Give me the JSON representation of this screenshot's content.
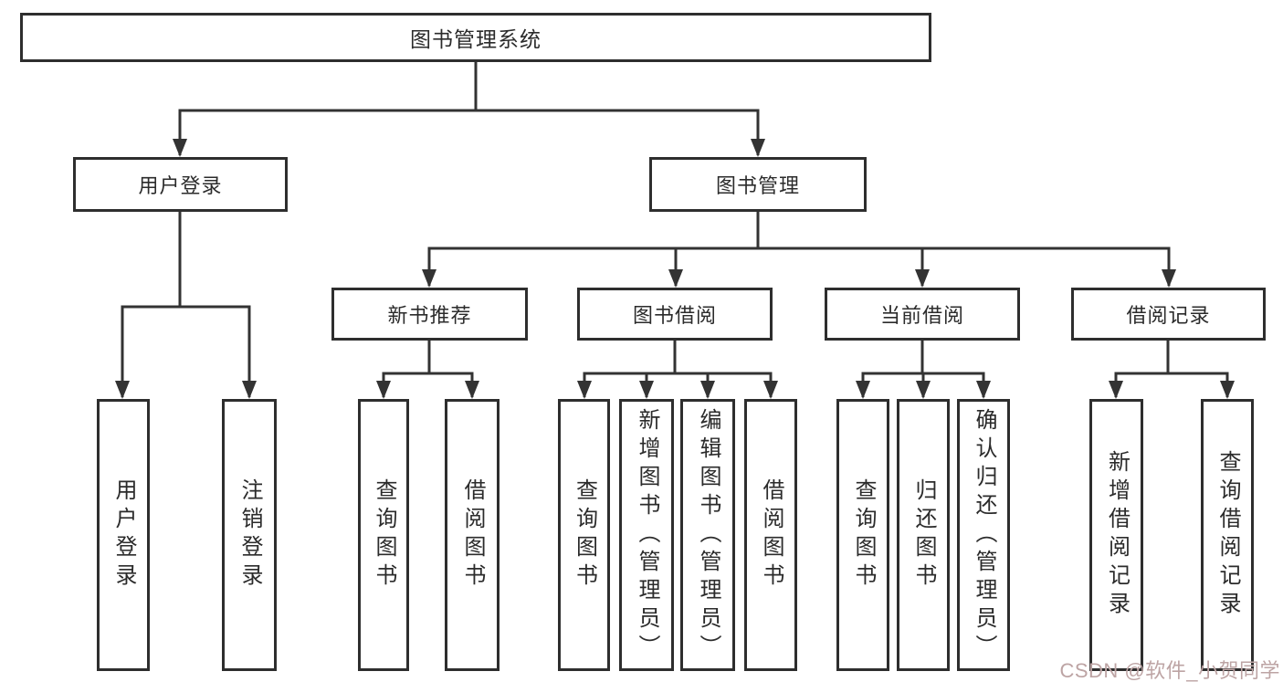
{
  "diagram": {
    "root": {
      "label": "图书管理系统"
    },
    "level2": [
      {
        "label": "用户登录"
      },
      {
        "label": "图书管理"
      }
    ],
    "level3": [
      {
        "label": "新书推荐"
      },
      {
        "label": "图书借阅"
      },
      {
        "label": "当前借阅"
      },
      {
        "label": "借阅记录"
      }
    ],
    "leaves": {
      "user_login": [
        "用户登录",
        "注销登录"
      ],
      "new_book_rec": [
        "查询图书",
        "借阅图书"
      ],
      "book_borrow": [
        "查询图书",
        "新增图书（管理员）",
        "编辑图书（管理员）",
        "借阅图书"
      ],
      "current_borrow": [
        "查询图书",
        "归还图书",
        "确认归还（管理员）"
      ],
      "borrow_records": [
        "新增借阅记录",
        "查询借阅记录"
      ]
    }
  },
  "watermark": {
    "text": "CSDN @软件_小贺同学",
    "color": "#bda4a4"
  },
  "colors": {
    "line": "#333333",
    "box_border": "#2e2e2e",
    "text": "#2b2b2b",
    "background": "#ffffff"
  }
}
